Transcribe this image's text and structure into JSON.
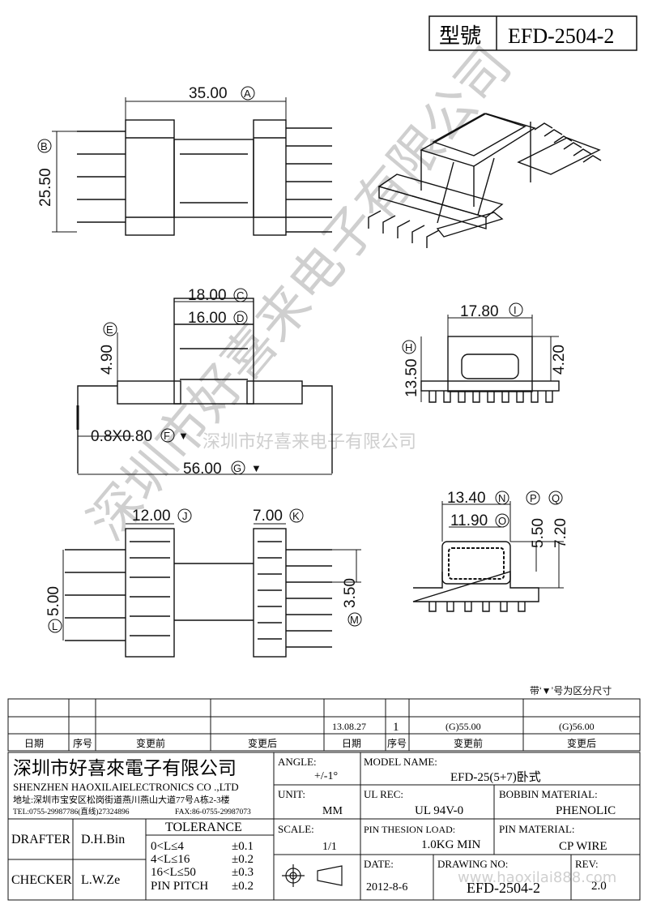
{
  "part_number_label": "型號",
  "part_number": "EFD-2504-2",
  "dimensions": {
    "A": {
      "value": "35.00",
      "letter": "A"
    },
    "B": {
      "value": "25.50",
      "letter": "B"
    },
    "C": {
      "value": "18.00",
      "letter": "C"
    },
    "D": {
      "value": "16.00",
      "letter": "D"
    },
    "E": {
      "value": "4.90",
      "letter": "E"
    },
    "F": {
      "value": "0.8X0.80",
      "letter": "F"
    },
    "G": {
      "value": "56.00",
      "letter": "G"
    },
    "H": {
      "value": "13.50",
      "letter": "H"
    },
    "I": {
      "value": "17.80",
      "letter": "I"
    },
    "h420": {
      "value": "4.20"
    },
    "J": {
      "value": "12.00",
      "letter": "J"
    },
    "K": {
      "value": "7.00",
      "letter": "K"
    },
    "L": {
      "value": "5.00",
      "letter": "L"
    },
    "M": {
      "value": "3.50",
      "letter": "M"
    },
    "N": {
      "value": "13.40",
      "letter": "N"
    },
    "O": {
      "value": "11.90",
      "letter": "O"
    },
    "P": {
      "value": "5.50",
      "letter": "P"
    },
    "Q": {
      "value": "7.20",
      "letter": "Q"
    }
  },
  "marker": "▼",
  "watermark": "深圳市好喜来电子有限公司",
  "note": "带‘▼’号为区分尺寸",
  "revision_table": {
    "row": {
      "date": "13.08.27",
      "seq": "1",
      "before": "(G)55.00",
      "after": "(G)56.00"
    },
    "headers": [
      "日期",
      "序号",
      "变更前",
      "变更后",
      "日期",
      "序号",
      "变更前",
      "变更后"
    ]
  },
  "company": {
    "name_cn": "深圳市好喜來電子有限公司",
    "name_en": "SHENZHEN HAOXILAIELECTRONICS CO .,LTD",
    "address": "地址:深圳市宝安区松岗街道燕川燕山大道77号A栋2-3楼",
    "tel": "TEL:0755-29987786(直线)27324896",
    "fax": "FAX:86-0755-29987073"
  },
  "title_block": {
    "angle_label": "ANGLE:",
    "angle_value": "+/-1°",
    "model_label": "MODEL NAME:",
    "model_value": "EFD-25(5+7)卧式",
    "unit_label": "UNIT:",
    "unit_value": "MM",
    "ul_label": "UL REC:",
    "ul_value": "UL 94V-0",
    "bobbin_label": "BOBBIN MATERIAL:",
    "bobbin_value": "PHENOLIC",
    "scale_label": "SCALE:",
    "scale_value": "1/1",
    "pin_load_label": "PIN THESION LOAD:",
    "pin_load_value": "1.0KG MIN",
    "pin_mat_label": "PIN MATERIAL:",
    "pin_mat_value": "CP  WIRE",
    "date_label": "DATE:",
    "date_value": "2012-8-6",
    "drawing_label": "DRAWING NO:",
    "drawing_value": "EFD-2504-2",
    "rev_label": "REV:",
    "rev_value": "2.0",
    "drafter_label": "DRAFTER",
    "drafter_value": "D.H.Bin",
    "checker_label": "CHECKER",
    "checker_value": "L.W.Ze",
    "tolerance_label": "TOLERANCE",
    "tolerance_rows": [
      {
        "range": "0<L≤4",
        "tol": "±0.1"
      },
      {
        "range": "4<L≤16",
        "tol": "±0.2"
      },
      {
        "range": "16<L≤50",
        "tol": "±0.3"
      },
      {
        "range": "PIN PITCH",
        "tol": "±0.2"
      }
    ],
    "site_watermark": "www.haoxilai888.com"
  }
}
